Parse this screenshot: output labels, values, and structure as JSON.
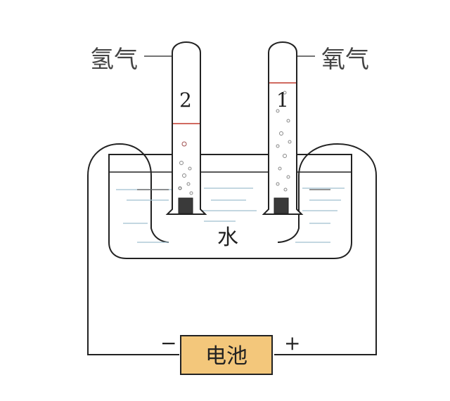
{
  "labels": {
    "hydrogen": "氢气",
    "oxygen": "氧气",
    "tube_left_number": "2",
    "tube_right_number": "1",
    "water": "水",
    "battery": "电池",
    "negative": "−",
    "positive": "+"
  },
  "colors": {
    "line": "#222222",
    "battery_fill": "#f3c77b",
    "water_line": "#9fbfcf",
    "bubble": "#888888",
    "electrode": "#3a3a3a"
  }
}
